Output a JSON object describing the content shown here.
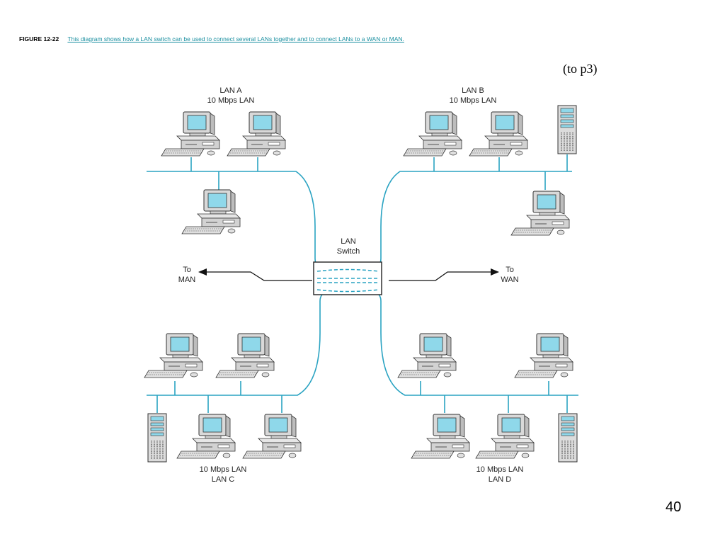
{
  "caption": {
    "figure": "FIGURE 12-22",
    "text": "This diagram shows how a LAN switch can be used to connect several LANs together and to connect LANs to a WAN or MAN."
  },
  "note": "(to p3)",
  "page_number": "40",
  "diagram": {
    "lan_a": {
      "name": "LAN A",
      "speed": "10 Mbps LAN"
    },
    "lan_b": {
      "name": "LAN B",
      "speed": "10 Mbps LAN"
    },
    "lan_c": {
      "name": "LAN C",
      "speed": "10 Mbps LAN"
    },
    "lan_d": {
      "name": "LAN D",
      "speed": "10 Mbps LAN"
    },
    "switch": {
      "line1": "LAN",
      "line2": "Switch"
    },
    "man": {
      "line1": "To",
      "line2": "MAN"
    },
    "wan": {
      "line1": "To",
      "line2": "WAN"
    }
  },
  "colors": {
    "link": "#2aa3c2",
    "screen": "#8fd8ea",
    "body": "#d8d8d8",
    "caption": "#1a8fa0"
  }
}
